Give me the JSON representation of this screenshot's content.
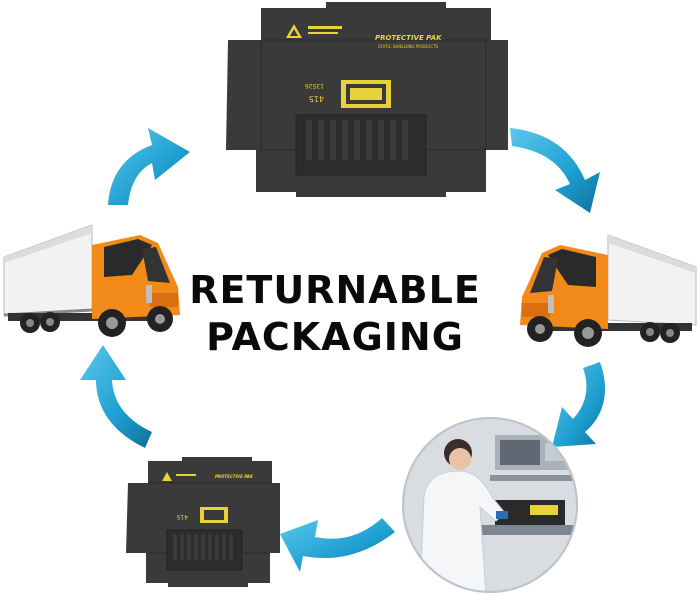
{
  "title": {
    "line1": "RETURNABLE",
    "line2": "PACKAGING"
  },
  "box_print": {
    "brand": "PROTECTIVE PAK",
    "tagline": "STATIC SHIELDING PRODUCTS",
    "part_no": "41S",
    "size_code": "13526"
  },
  "colors": {
    "arrow": "#1e9fd0",
    "arrow_dark": "#0e6f97",
    "truck_cab": "#f28a1a",
    "trailer": "#f2f2f2",
    "box": "#3a3a3a",
    "print": "#e8d23a"
  },
  "icons": [
    "esd-warning-icon",
    "truck-icon",
    "technician-photo",
    "cycle-arrow-icon"
  ]
}
